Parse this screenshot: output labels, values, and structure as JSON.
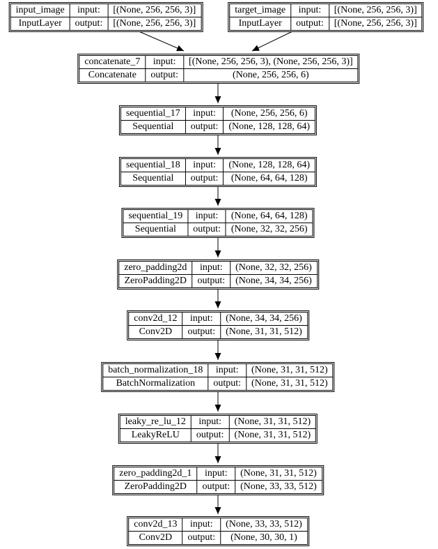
{
  "diagram": {
    "kind": "keras-model-architecture-graph",
    "colors": {
      "background": "#ffffff",
      "border": "#000000",
      "text": "#000000"
    }
  },
  "nodes": [
    {
      "name": "input_image",
      "type": "InputLayer",
      "input_label": "input:",
      "output_label": "output:",
      "input_shape": "[(None, 256, 256, 3)]",
      "output_shape": "[(None, 256, 256, 3)]"
    },
    {
      "name": "target_image",
      "type": "InputLayer",
      "input_label": "input:",
      "output_label": "output:",
      "input_shape": "[(None, 256, 256, 3)]",
      "output_shape": "[(None, 256, 256, 3)]"
    },
    {
      "name": "concatenate_7",
      "type": "Concatenate",
      "input_label": "input:",
      "output_label": "output:",
      "input_shape": "[(None, 256, 256, 3), (None, 256, 256, 3)]",
      "output_shape": "(None, 256, 256, 6)"
    },
    {
      "name": "sequential_17",
      "type": "Sequential",
      "input_label": "input:",
      "output_label": "output:",
      "input_shape": "(None, 256, 256, 6)",
      "output_shape": "(None, 128, 128, 64)"
    },
    {
      "name": "sequential_18",
      "type": "Sequential",
      "input_label": "input:",
      "output_label": "output:",
      "input_shape": "(None, 128, 128, 64)",
      "output_shape": "(None, 64, 64, 128)"
    },
    {
      "name": "sequential_19",
      "type": "Sequential",
      "input_label": "input:",
      "output_label": "output:",
      "input_shape": "(None, 64, 64, 128)",
      "output_shape": "(None, 32, 32, 256)"
    },
    {
      "name": "zero_padding2d",
      "type": "ZeroPadding2D",
      "input_label": "input:",
      "output_label": "output:",
      "input_shape": "(None, 32, 32, 256)",
      "output_shape": "(None, 34, 34, 256)"
    },
    {
      "name": "conv2d_12",
      "type": "Conv2D",
      "input_label": "input:",
      "output_label": "output:",
      "input_shape": "(None, 34, 34, 256)",
      "output_shape": "(None, 31, 31, 512)"
    },
    {
      "name": "batch_normalization_18",
      "type": "BatchNormalization",
      "input_label": "input:",
      "output_label": "output:",
      "input_shape": "(None, 31, 31, 512)",
      "output_shape": "(None, 31, 31, 512)"
    },
    {
      "name": "leaky_re_lu_12",
      "type": "LeakyReLU",
      "input_label": "input:",
      "output_label": "output:",
      "input_shape": "(None, 31, 31, 512)",
      "output_shape": "(None, 31, 31, 512)"
    },
    {
      "name": "zero_padding2d_1",
      "type": "ZeroPadding2D",
      "input_label": "input:",
      "output_label": "output:",
      "input_shape": "(None, 31, 31, 512)",
      "output_shape": "(None, 33, 33, 512)"
    },
    {
      "name": "conv2d_13",
      "type": "Conv2D",
      "input_label": "input:",
      "output_label": "output:",
      "input_shape": "(None, 33, 33, 512)",
      "output_shape": "(None, 30, 30, 1)"
    }
  ],
  "edges": [
    {
      "from": "input_image",
      "to": "concatenate_7"
    },
    {
      "from": "target_image",
      "to": "concatenate_7"
    },
    {
      "from": "concatenate_7",
      "to": "sequential_17"
    },
    {
      "from": "sequential_17",
      "to": "sequential_18"
    },
    {
      "from": "sequential_18",
      "to": "sequential_19"
    },
    {
      "from": "sequential_19",
      "to": "zero_padding2d"
    },
    {
      "from": "zero_padding2d",
      "to": "conv2d_12"
    },
    {
      "from": "conv2d_12",
      "to": "batch_normalization_18"
    },
    {
      "from": "batch_normalization_18",
      "to": "leaky_re_lu_12"
    },
    {
      "from": "leaky_re_lu_12",
      "to": "zero_padding2d_1"
    },
    {
      "from": "zero_padding2d_1",
      "to": "conv2d_13"
    }
  ]
}
